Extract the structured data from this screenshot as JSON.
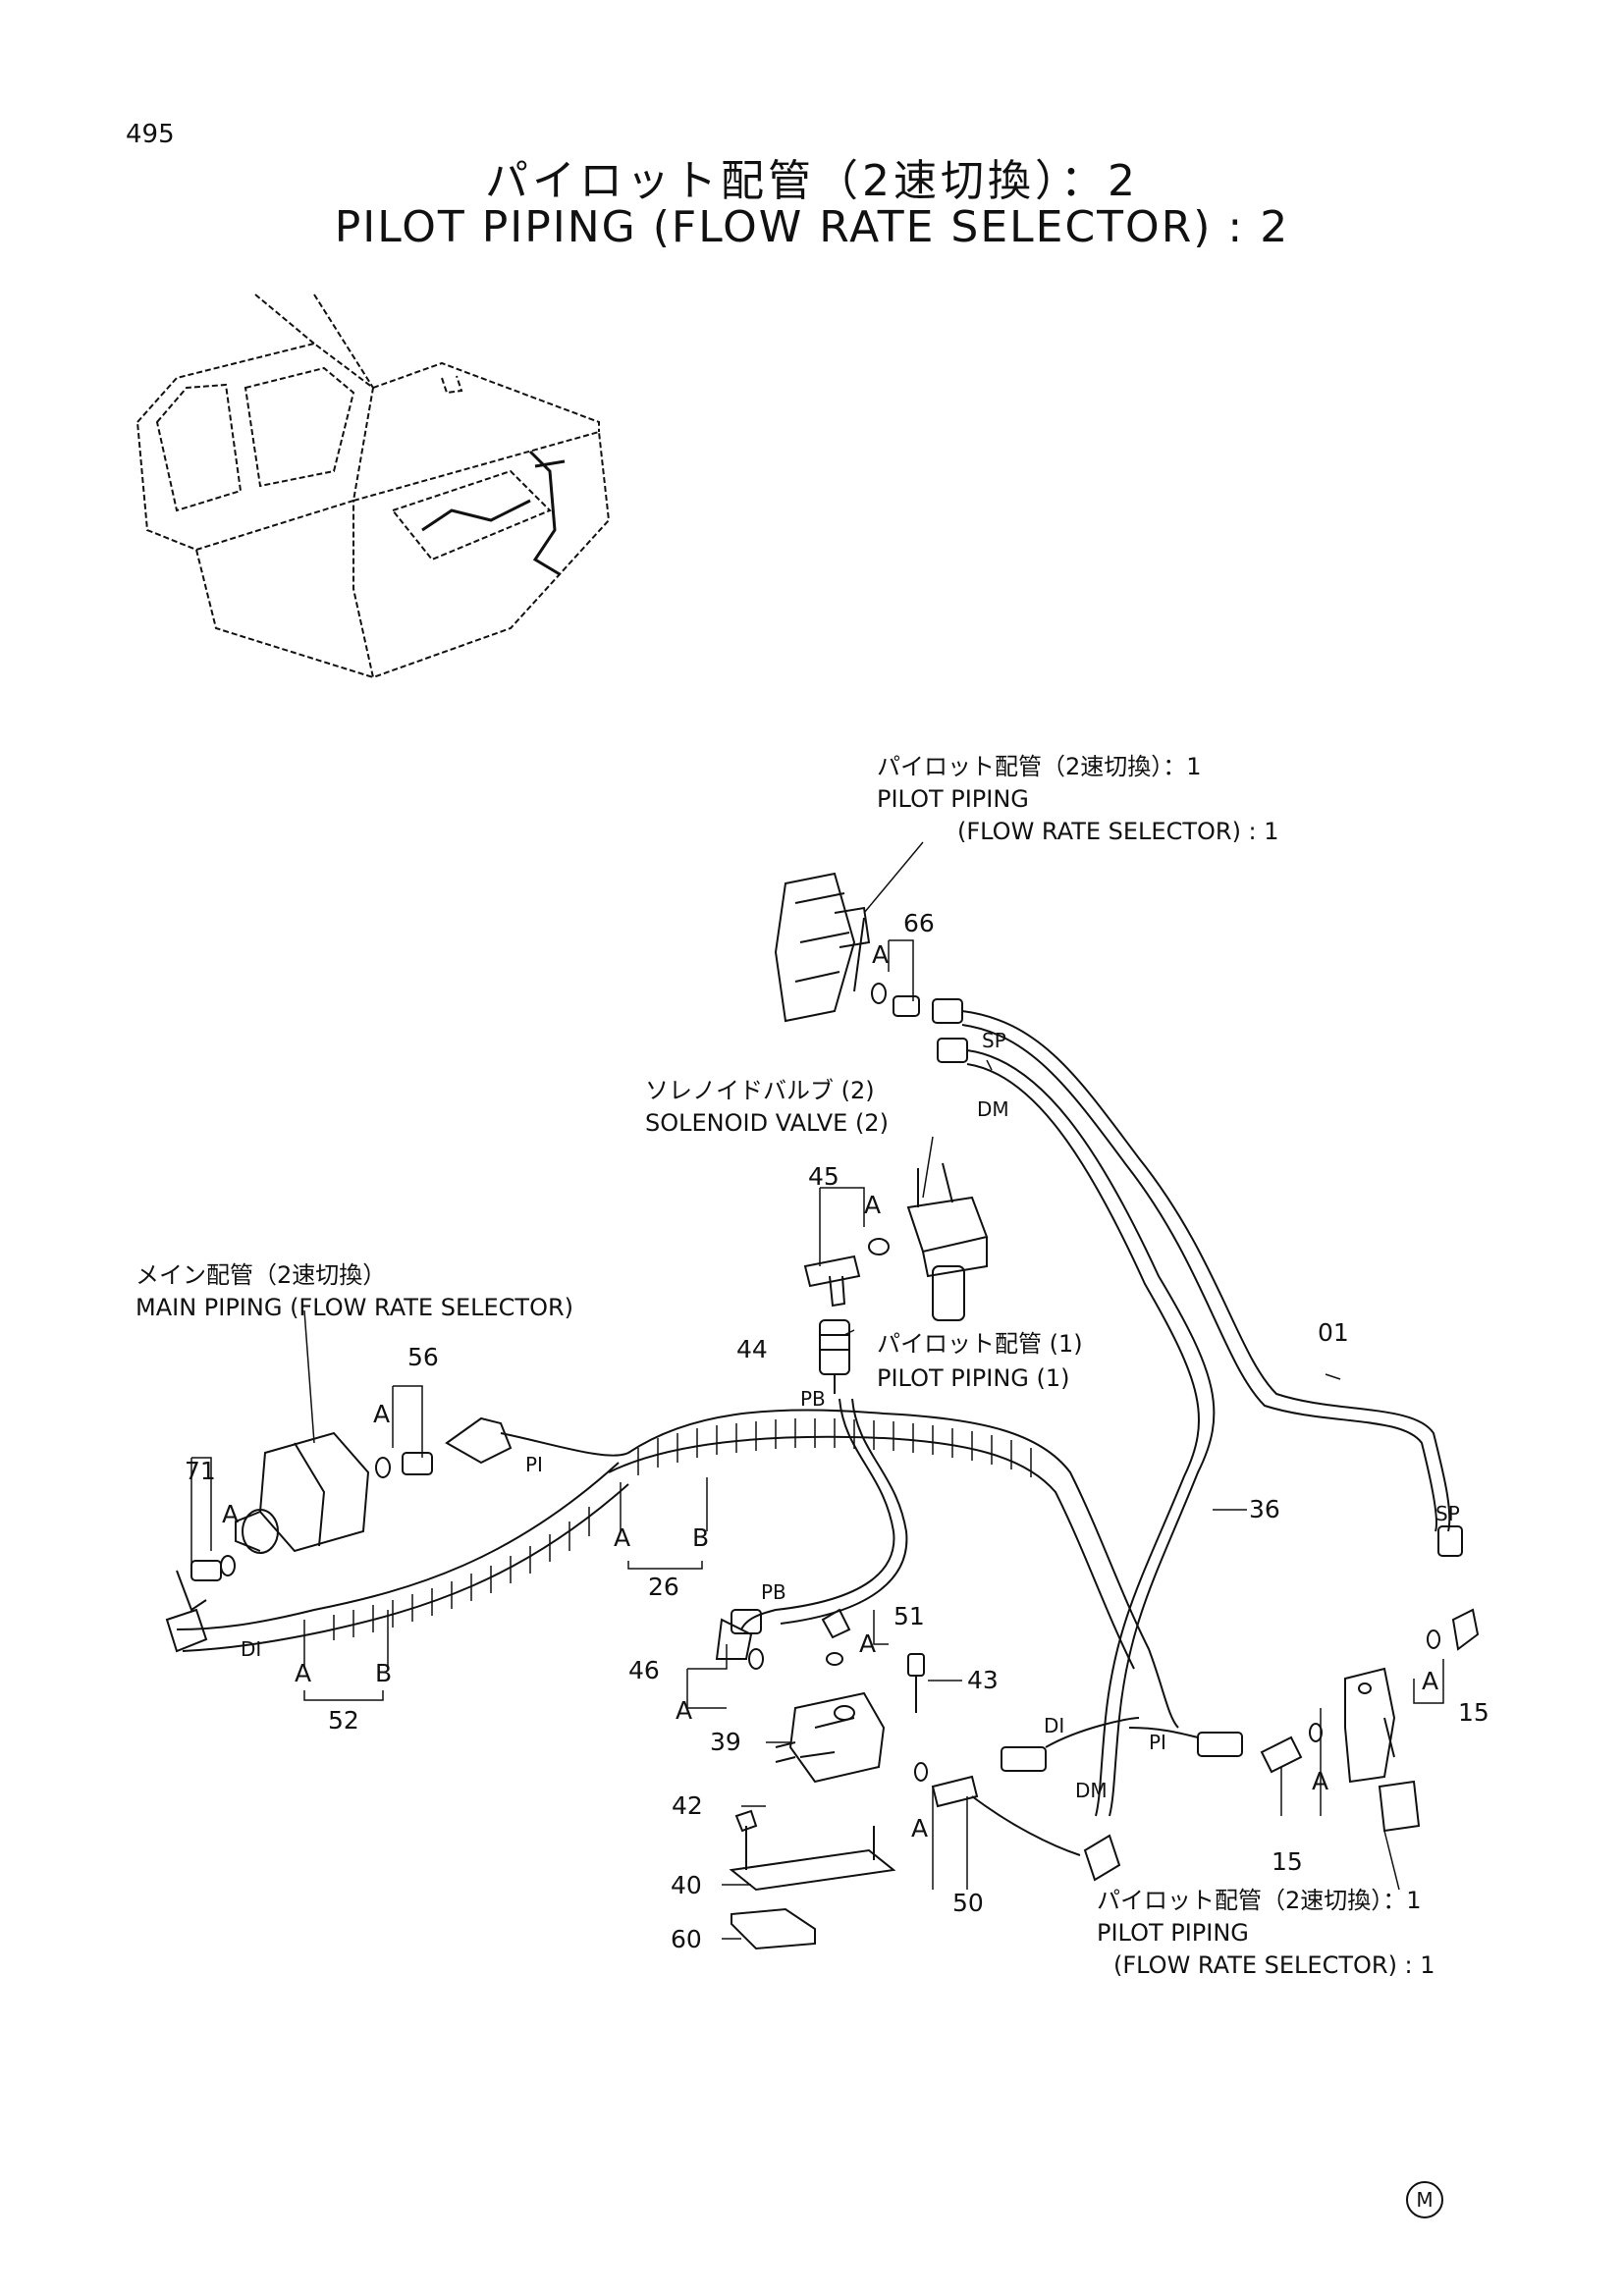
{
  "header": {
    "page_number": "495",
    "title_jp": "パイロット配管（2速切換）：2",
    "title_en": "PILOT PIPING (FLOW RATE SELECTOR) : 2"
  },
  "callouts": {
    "pilot_top_jp": "パイロット配管（2速切換）：1",
    "pilot_top_en1": "PILOT PIPING",
    "pilot_top_en2": "(FLOW RATE SELECTOR) : 1",
    "solenoid_jp": "ソレノイドバルブ (2)",
    "solenoid_en": "SOLENOID VALVE (2)",
    "main_jp": "メイン配管（2速切換）",
    "main_en": "MAIN PIPING (FLOW RATE SELECTOR)",
    "pilot1_jp": "パイロット配管 (1)",
    "pilot1_en": "PILOT PIPING (1)",
    "pilot_bot_jp": "パイロット配管（2速切換）：1",
    "pilot_bot_en1": "PILOT PIPING",
    "pilot_bot_en2": "(FLOW RATE SELECTOR) : 1"
  },
  "part_numbers": {
    "p66": "66",
    "p45": "45",
    "p44": "44",
    "p56": "56",
    "p71": "71",
    "p01": "01",
    "p36": "36",
    "p26": "26",
    "p52": "52",
    "p51": "51",
    "p43": "43",
    "p46": "46",
    "p39": "39",
    "p42": "42",
    "p40": "40",
    "p60": "60",
    "p50": "50",
    "p15a": "15",
    "p15b": "15"
  },
  "port_labels": {
    "sp1": "SP",
    "dm1": "DM",
    "pb1": "PB",
    "pi1": "PI",
    "di1": "DI",
    "pb2": "PB",
    "di2": "DI",
    "pi2": "PI",
    "dm2": "DM",
    "sp2": "SP"
  },
  "letters": {
    "a_66": "A",
    "a_45": "A",
    "a_56": "A",
    "a_71": "A",
    "a_26": "A",
    "b_26": "B",
    "a_52": "A",
    "b_52": "B",
    "a_51": "A",
    "a_46": "A",
    "a_50": "A",
    "a_15a": "A",
    "a_15b": "A"
  },
  "footer": {
    "mark": "M"
  }
}
